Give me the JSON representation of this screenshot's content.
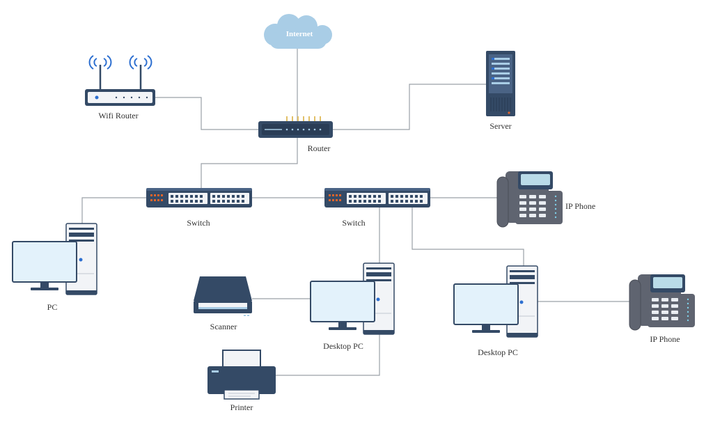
{
  "diagram": {
    "nodes": {
      "internet": {
        "label": "Internet",
        "kind": "cloud-icon"
      },
      "wifi_router": {
        "label": "Wifi Router",
        "kind": "wifi-router-icon"
      },
      "router": {
        "label": "Router",
        "kind": "router-icon"
      },
      "server": {
        "label": "Server",
        "kind": "server-icon"
      },
      "switch_left": {
        "label": "Switch",
        "kind": "switch-icon"
      },
      "switch_right": {
        "label": "Switch",
        "kind": "switch-icon"
      },
      "ip_phone_top": {
        "label": "IP Phone",
        "kind": "ip-phone-icon"
      },
      "pc": {
        "label": "PC",
        "kind": "pc-icon"
      },
      "scanner": {
        "label": "Scanner",
        "kind": "scanner-icon"
      },
      "desktop_pc_center": {
        "label": "Desktop PC",
        "kind": "desktop-pc-icon"
      },
      "desktop_pc_right": {
        "label": "Desktop PC",
        "kind": "desktop-pc-icon"
      },
      "ip_phone_bottom": {
        "label": "IP Phone",
        "kind": "ip-phone-icon"
      },
      "printer": {
        "label": "Printer",
        "kind": "printer-icon"
      }
    },
    "connections": [
      [
        "internet",
        "router"
      ],
      [
        "wifi_router",
        "router"
      ],
      [
        "router",
        "server"
      ],
      [
        "router",
        "switch_left"
      ],
      [
        "switch_left",
        "pc"
      ],
      [
        "switch_left",
        "switch_right"
      ],
      [
        "switch_right",
        "ip_phone_top"
      ],
      [
        "switch_right",
        "desktop_pc_center"
      ],
      [
        "switch_right",
        "desktop_pc_right"
      ],
      [
        "desktop_pc_center",
        "scanner"
      ],
      [
        "desktop_pc_center",
        "printer"
      ],
      [
        "desktop_pc_right",
        "ip_phone_bottom"
      ]
    ],
    "colors": {
      "device_dark": "#344a66",
      "device_light": "#f2f4f7",
      "screen": "#e3f2fb",
      "cloud": "#a9cde6",
      "accent_blue": "#2d6fd0",
      "port_orange": "#e0642c",
      "phone_gray": "#5f6470",
      "wire": "#9aa0a6"
    }
  }
}
